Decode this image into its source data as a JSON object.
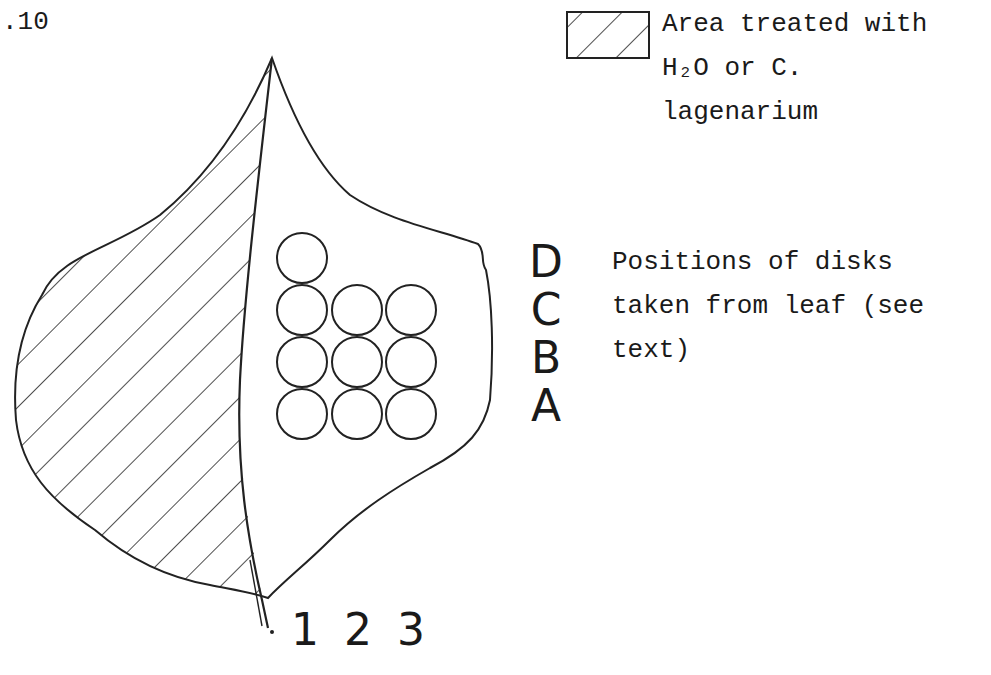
{
  "diagram": {
    "labels": [
      ".10",
      "D",
      "C",
      "B",
      "A",
      "1",
      "2",
      "3",
      "Positions of disks taken from leaf (see text)"
    ],
    "legend": [
      {
        "text": "Area treated with H₂O or C. lagenarium"
      }
    ]
  }
}
